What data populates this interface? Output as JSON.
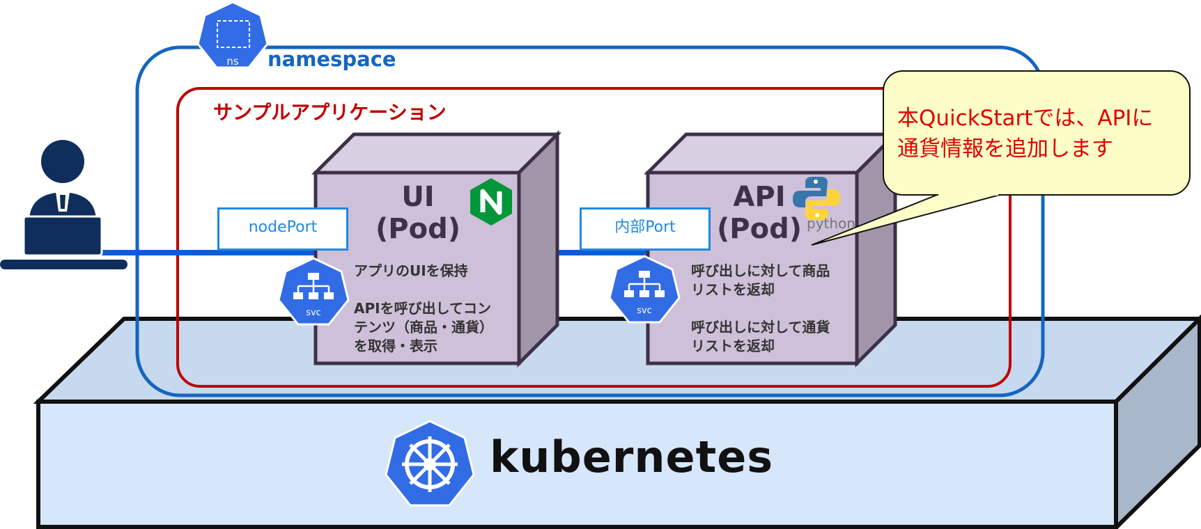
{
  "namespace": {
    "icon_label": "ns",
    "title": "namespace"
  },
  "application": {
    "title": "サンプルアプリケーション"
  },
  "ui_pod": {
    "name": "UI",
    "kind": "(Pod)",
    "port_label": "nodePort",
    "svc_label": "svc",
    "desc_line1": "アプリのUIを保持",
    "desc_line2": "APIを呼び出してコン",
    "desc_line3": "テンツ（商品・通貨）",
    "desc_line4": "を取得・表示"
  },
  "api_pod": {
    "name": "API",
    "kind": "(Pod)",
    "port_label": "内部Port",
    "svc_label": "svc",
    "python_label": "python",
    "desc_line1": "呼び出しに対して商品",
    "desc_line2": "リストを返却",
    "desc_line3": "呼び出しに対して通貨",
    "desc_line4": "リストを返却"
  },
  "callout": {
    "line1": "本QuickStartでは、APIに",
    "line2": "通貨情報を追加します"
  },
  "platform": {
    "label": "kubernetes"
  },
  "colors": {
    "namespace_border": "#1565c0",
    "app_border": "#c00000",
    "pod_fill": "#d5c9dd",
    "platform_fill": "#d6e6fb",
    "k8s_blue": "#326ce5",
    "callout_fill": "#fdfdc7",
    "nginx_green": "#009639"
  },
  "icons": [
    "person-at-laptop-icon",
    "namespace-icon",
    "nginx-icon",
    "python-icon",
    "service-icon",
    "kubernetes-icon"
  ]
}
